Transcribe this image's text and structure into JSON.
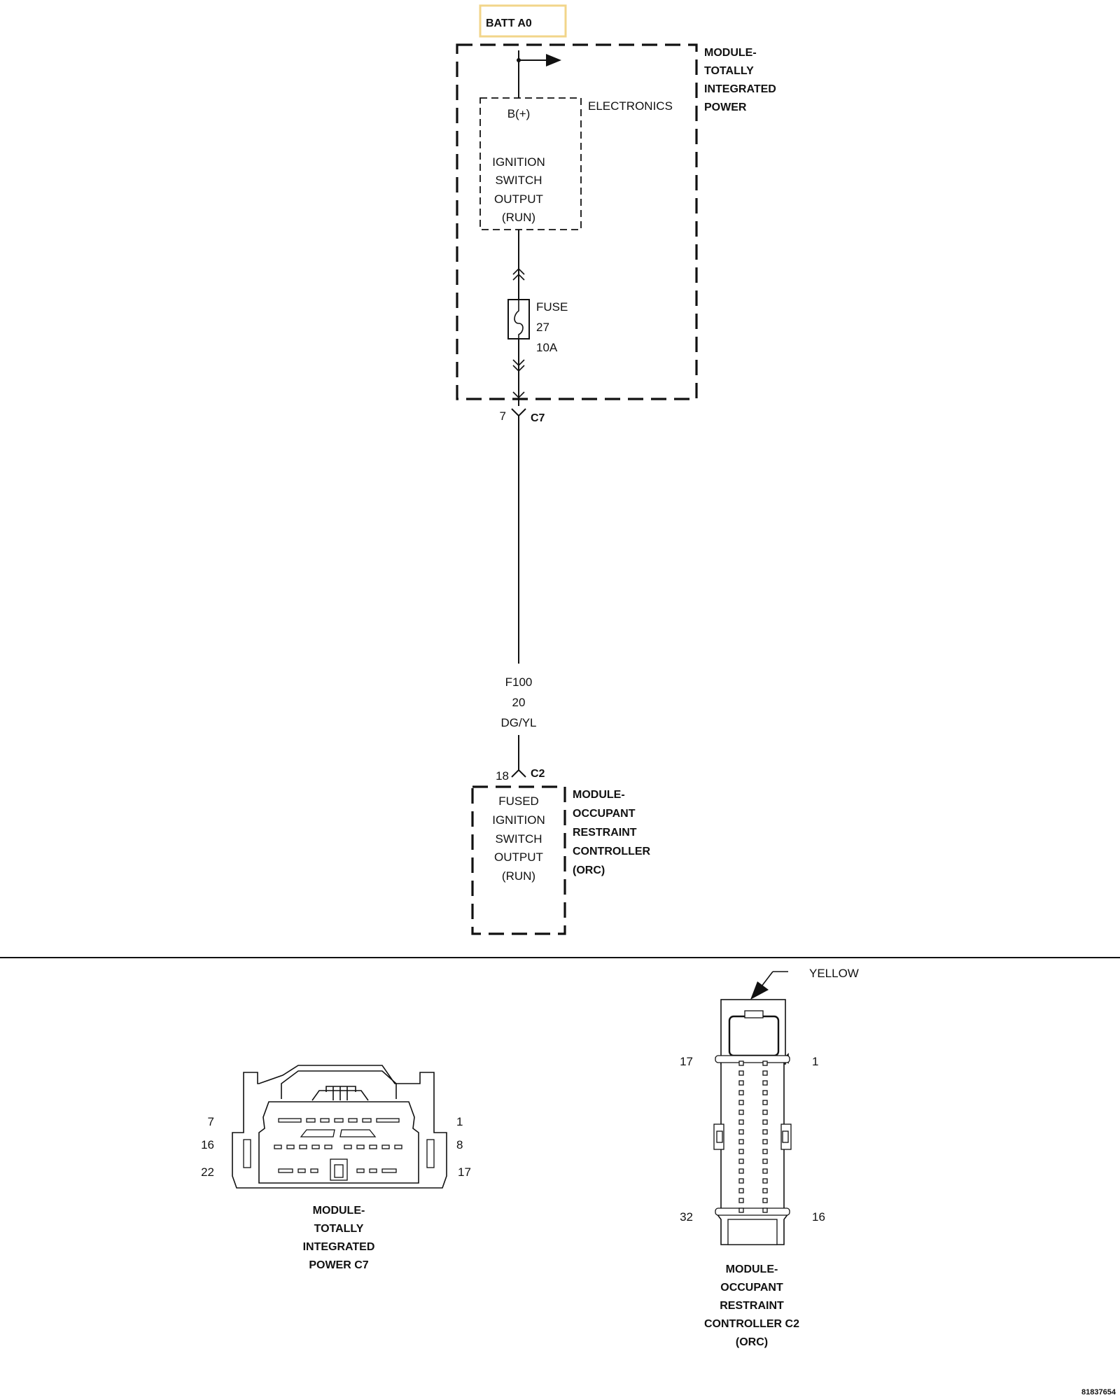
{
  "power_source": {
    "label": "BATT A0",
    "highlight": "#f2d58a"
  },
  "tipm": {
    "name_lines": [
      "MODULE-",
      "TOTALLY",
      "INTEGRATED",
      "POWER"
    ],
    "electronics_label": "ELECTRONICS",
    "feed_label": "B(+)",
    "output_lines": [
      "IGNITION",
      "SWITCH",
      "OUTPUT",
      "(RUN)"
    ],
    "fuse": {
      "lines": [
        "FUSE",
        "27",
        "10A"
      ]
    },
    "connector": {
      "pin": "7",
      "name": "C7"
    }
  },
  "wire": {
    "circuit": "F100",
    "gauge": "20",
    "color": "DG/YL"
  },
  "orc": {
    "connector": {
      "pin": "18",
      "name": "C2"
    },
    "input_lines": [
      "FUSED",
      "IGNITION",
      "SWITCH",
      "OUTPUT",
      "(RUN)"
    ],
    "name_lines": [
      "MODULE-",
      "OCCUPANT",
      "RESTRAINT",
      "CONTROLLER",
      "(ORC)"
    ]
  },
  "tipm_c7_view": {
    "pin_labels": [
      "7",
      "1",
      "16",
      "8",
      "22",
      "17"
    ],
    "caption_lines": [
      "MODULE-",
      "TOTALLY",
      "INTEGRATED",
      "POWER C7"
    ]
  },
  "orc_c2_view": {
    "color_callout": "YELLOW",
    "pin_labels": [
      "17",
      "1",
      "32",
      "16"
    ],
    "caption_lines": [
      "MODULE-",
      "OCCUPANT",
      "RESTRAINT",
      "CONTROLLER C2",
      "(ORC)"
    ]
  },
  "figure_number": "81837654"
}
